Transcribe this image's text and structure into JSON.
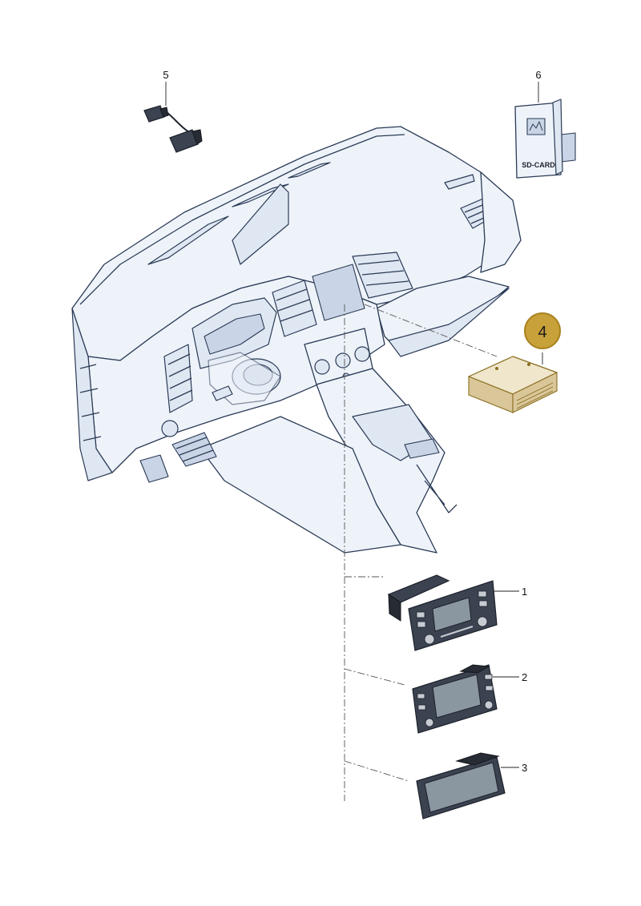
{
  "callouts": [
    {
      "id": "1",
      "label": "1"
    },
    {
      "id": "2",
      "label": "2"
    },
    {
      "id": "3",
      "label": "3"
    },
    {
      "id": "4",
      "label": "4",
      "highlighted": true
    },
    {
      "id": "5",
      "label": "5"
    },
    {
      "id": "6",
      "label": "6"
    }
  ],
  "manual": {
    "text": "SD-CARD"
  },
  "colors": {
    "highlight_fill": "#c9a13a",
    "highlight_stroke": "#a9831f",
    "line_color": "#2a3a55",
    "panel_fill": "#eef3fa"
  }
}
